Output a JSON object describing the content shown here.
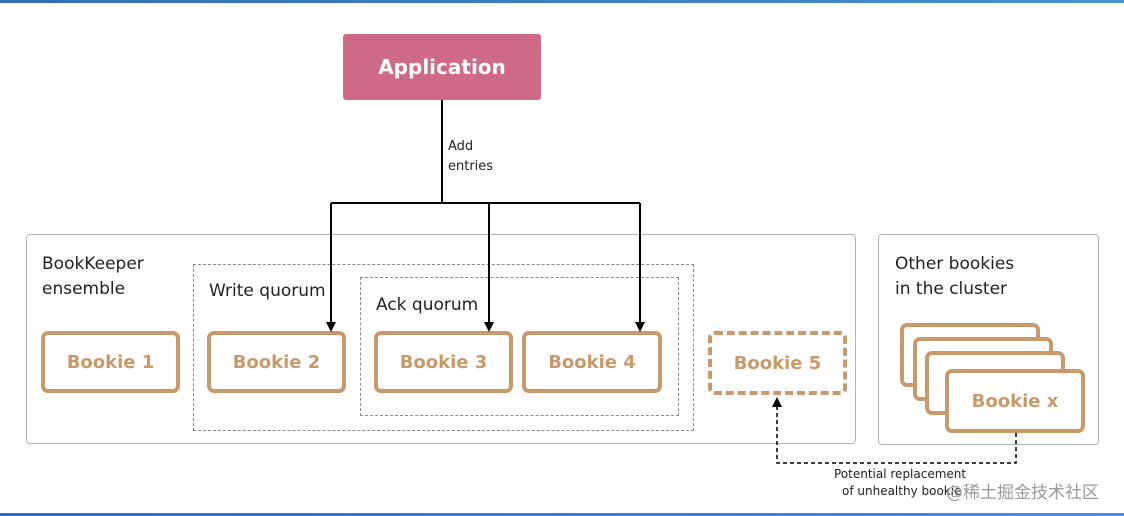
{
  "application": {
    "label": "Application"
  },
  "arrow_label": {
    "line1": "Add",
    "line2": "entries"
  },
  "ensemble": {
    "title_line1": "BookKeeper",
    "title_line2": "ensemble"
  },
  "write_quorum": {
    "label": "Write quorum"
  },
  "ack_quorum": {
    "label": "Ack quorum"
  },
  "bookies": [
    "Bookie 1",
    "Bookie 2",
    "Bookie 3",
    "Bookie 4",
    "Bookie 5"
  ],
  "others": {
    "title_line1": "Other bookies",
    "title_line2": "in the cluster",
    "bookie_x": "Bookie x"
  },
  "replacement_note": {
    "line1": "Potential  replacement",
    "line2": "of unhealthy bookie"
  },
  "watermark": "@稀土掘金技术社区",
  "colors": {
    "application": "#cf6a86",
    "bookie": "#c89a6a"
  }
}
